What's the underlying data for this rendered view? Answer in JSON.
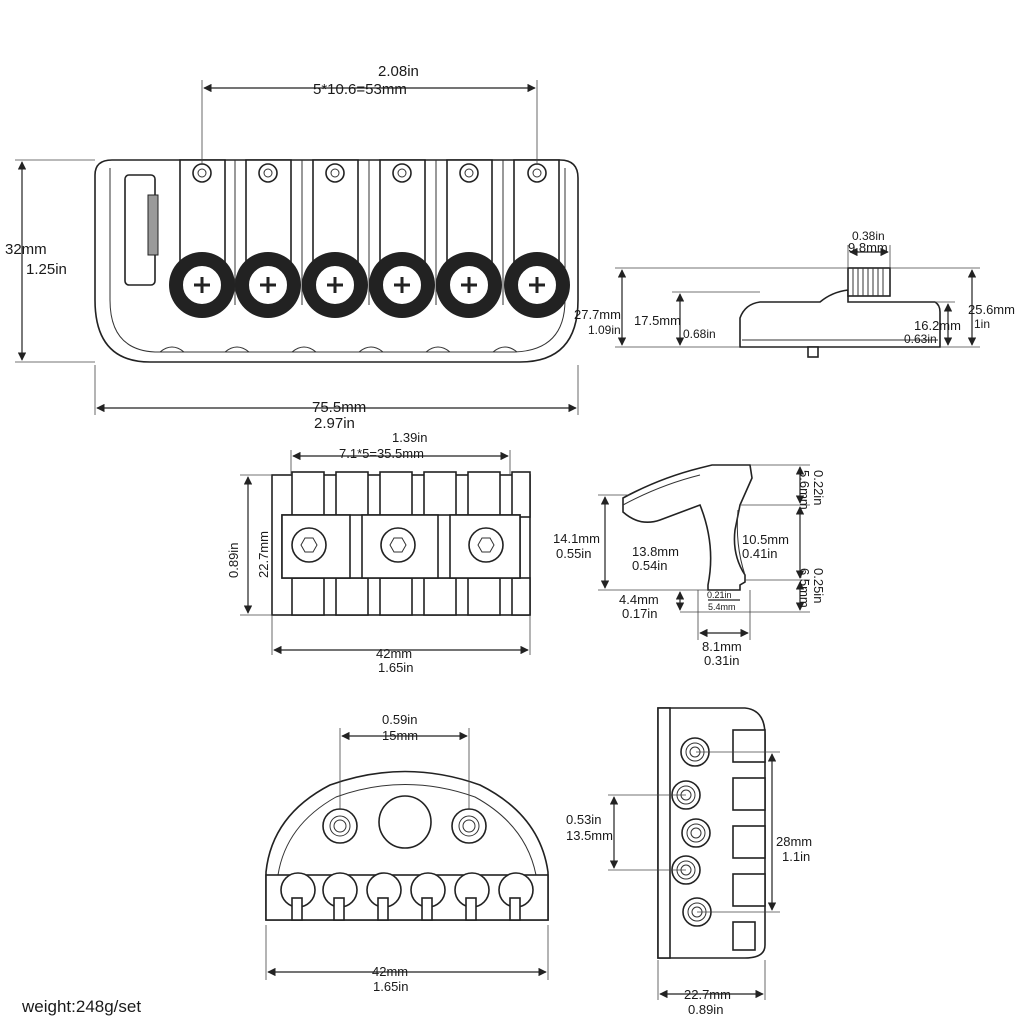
{
  "top_view": {
    "spacing_in": "2.08in",
    "spacing_mm": "5*10.6=53mm",
    "height_mm": "32mm",
    "height_in": "1.25in",
    "width_mm": "75.5mm",
    "width_in": "2.97in"
  },
  "side_view": {
    "knob_in": "0.38in",
    "knob_mm": "9.8mm",
    "total_mm": "27.7mm",
    "total_in": "1.09in",
    "inner_mm": "17.5mm",
    "inner_in": "0.68in",
    "right_total_mm": "25.6mm",
    "right_total_in": "1in",
    "right_inner_mm": "16.2mm",
    "right_inner_in": "0.63in"
  },
  "plate_view": {
    "spacing_in": "1.39in",
    "spacing_mm": "7.1*5=35.5mm",
    "height_in": "0.89in",
    "height_mm": "22.7mm",
    "width_mm": "42mm",
    "width_in": "1.65in"
  },
  "saddle_view": {
    "top_in": "0.22in",
    "top_mm": "5.6mm",
    "height_mm": "14.1mm",
    "height_in": "0.55in",
    "length_mm": "13.8mm",
    "length_in": "0.54in",
    "slot_mm": "10.5mm",
    "slot_in": "0.41in",
    "lower_in": "0.25in",
    "lower_mm": "6.5mm",
    "base_mm": "4.4mm",
    "base_in": "0.17in",
    "foot_in": "0.21in",
    "foot_mm": "5.4mm",
    "width_mm": "8.1mm",
    "width_in": "0.31in"
  },
  "front_view": {
    "spacing_in": "0.59in",
    "spacing_mm": "15mm",
    "width_mm": "42mm",
    "width_in": "1.65in"
  },
  "bottom_view": {
    "spacing_in": "0.53in",
    "spacing_mm": "13.5mm",
    "length_mm": "28mm",
    "length_in": "1.1in",
    "width_mm": "22.7mm",
    "width_in": "0.89in"
  },
  "footer": {
    "weight": "weight:248g/set"
  },
  "colors": {
    "line": "#222222",
    "background": "#ffffff"
  }
}
